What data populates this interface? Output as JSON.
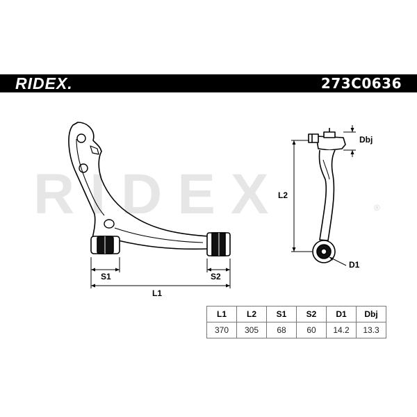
{
  "banner": {
    "brand": "RIDEX.",
    "part_number": "273C0636"
  },
  "watermark": {
    "text": "RIDEX",
    "registered_mark": "®"
  },
  "dimensions": {
    "l1": "L1",
    "l2": "L2",
    "s1": "S1",
    "s2": "S2",
    "d1": "D1",
    "dbj": "Dbj"
  },
  "spec_table": {
    "headers": [
      "L1",
      "L2",
      "S1",
      "S2",
      "D1",
      "Dbj"
    ],
    "values": [
      "370",
      "305",
      "68",
      "60",
      "14.2",
      "13.3"
    ]
  },
  "colors": {
    "banner": "#000000",
    "line": "#000000",
    "watermark": "#e6e6e6"
  }
}
